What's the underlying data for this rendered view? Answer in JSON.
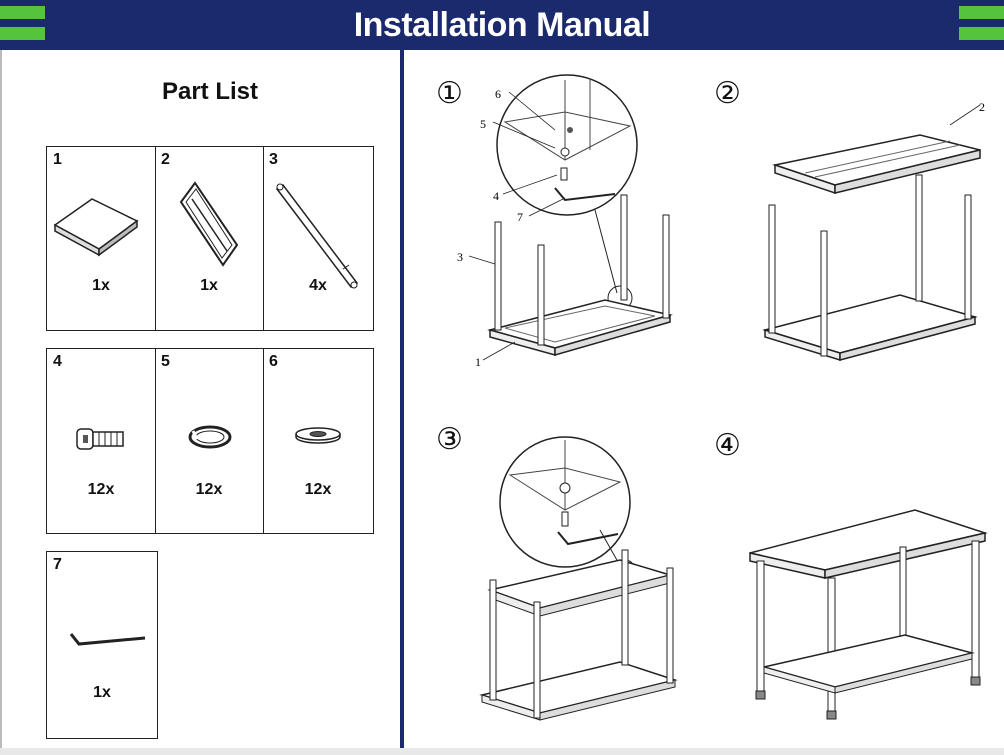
{
  "header": {
    "title": "Installation Manual",
    "bg_color": "#1a2a6c",
    "accent_color": "#54c43a"
  },
  "part_list": {
    "title": "Part List",
    "parts": [
      {
        "number": "1",
        "qty": "1x",
        "icon": "shelf-panel-icon"
      },
      {
        "number": "2",
        "qty": "1x",
        "icon": "tabletop-frame-icon"
      },
      {
        "number": "3",
        "qty": "4x",
        "icon": "leg-tube-icon"
      },
      {
        "number": "4",
        "qty": "12x",
        "icon": "bolt-icon"
      },
      {
        "number": "5",
        "qty": "12x",
        "icon": "spring-washer-icon"
      },
      {
        "number": "6",
        "qty": "12x",
        "icon": "flat-washer-icon"
      },
      {
        "number": "7",
        "qty": "1x",
        "icon": "hex-key-icon"
      }
    ]
  },
  "steps": [
    {
      "marker": "①",
      "callouts": [
        "6",
        "5",
        "4",
        "7",
        "3",
        "1"
      ]
    },
    {
      "marker": "②",
      "callouts": [
        "2"
      ]
    },
    {
      "marker": "③",
      "callouts": []
    },
    {
      "marker": "④",
      "callouts": []
    }
  ]
}
